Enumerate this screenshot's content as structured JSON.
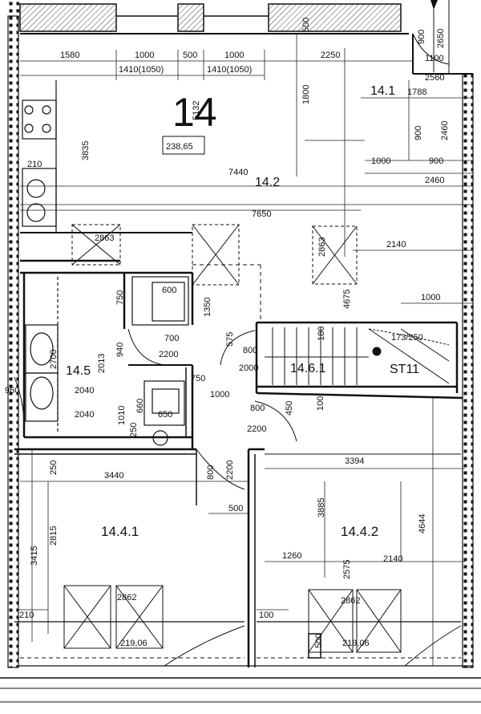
{
  "plan": {
    "apartment_number": "14",
    "apartment_area": "238,65",
    "stair_label": "ST11",
    "rooms": [
      {
        "id": "14.1",
        "label": "14.1"
      },
      {
        "id": "14.2",
        "label": "14.2"
      },
      {
        "id": "14.5",
        "label": "14.5"
      },
      {
        "id": "14.6.1",
        "label": "14.6.1"
      },
      {
        "id": "14.4.1",
        "label": "14.4.1"
      },
      {
        "id": "14.4.2",
        "label": "14.4.2"
      }
    ],
    "areas": [
      {
        "id": "window-left",
        "value": "219,06"
      },
      {
        "id": "window-right",
        "value": "219,06"
      }
    ],
    "dimensions": {
      "top_1580": "1580",
      "top_1000a": "1000",
      "top_500": "500",
      "top_1000b": "1000",
      "top_1410a": "1410(1050)",
      "top_1410b": "1410(1050)",
      "top_2250": "2250",
      "top_1100": "1100",
      "top_2560": "2560",
      "top_900": "900",
      "top_2650": "2650",
      "top_500v": "500",
      "d_1800": "1800",
      "d_5132": "5132",
      "d_1788": "1788",
      "d_900": "900",
      "d_2460": "2460",
      "d_3835": "3835",
      "d_210": "210",
      "d_7440": "7440",
      "d_1000r": "1000",
      "d_900b": "900",
      "d_2460b": "2460",
      "d_7650": "7650",
      "d_2863": "2863",
      "d_2863b": "2863",
      "d_2140": "2140",
      "d_4675": "4675",
      "d_1000s": "1000",
      "d_750": "750",
      "d_1350": "1350",
      "d_600": "600",
      "d_700": "700",
      "d_2200": "2200",
      "d_575": "575",
      "d_800": "800",
      "d_2000": "2000",
      "d_180": "180",
      "d_173": "173/250",
      "d_940": "940",
      "d_2700": "2700",
      "d_2013": "2013",
      "d_2040": "2040",
      "d_2040b": "2040",
      "d_960": "960",
      "d_1010": "1010",
      "d_660": "660",
      "d_650": "650",
      "d_250": "250",
      "d_750b": "750",
      "d_1000m": "1000",
      "d_800b": "800",
      "d_2200b": "2200",
      "d_450": "450",
      "d_100": "100",
      "d_250b": "250",
      "d_3440": "3440",
      "d_3394": "3394",
      "d_800c": "800",
      "d_2200c": "2200",
      "d_500b": "500",
      "d_3885": "3885",
      "d_4644": "4644",
      "d_3415": "3415",
      "d_2815": "2815",
      "d_1260": "1260",
      "d_2140b": "2140",
      "d_2575": "2575",
      "d_2862": "2862",
      "d_2862b": "2862",
      "d_210b": "210",
      "d_100b": "100",
      "d_500c": "500"
    }
  }
}
